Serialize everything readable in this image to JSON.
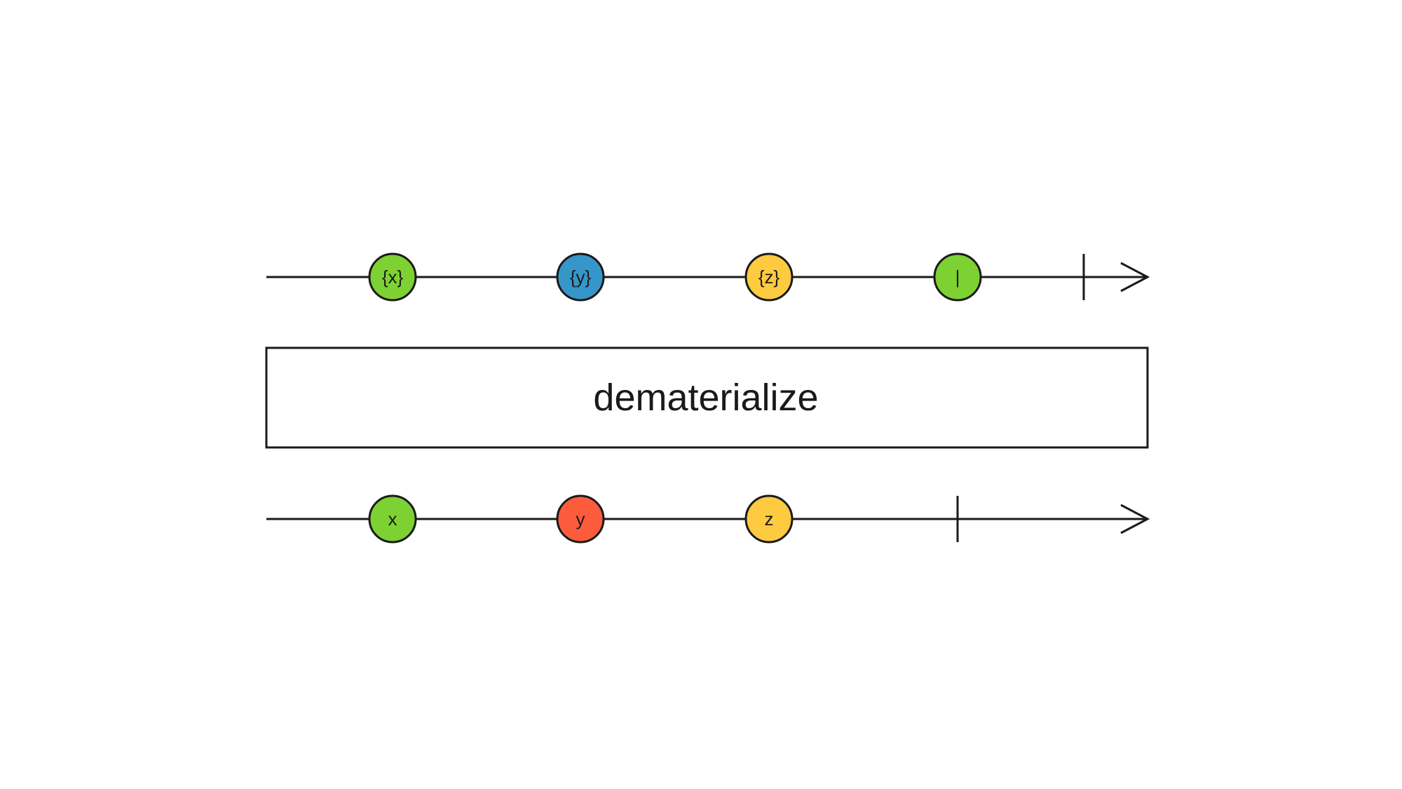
{
  "operator": {
    "label": "dematerialize"
  },
  "colors": {
    "stroke": "#1a1a1a",
    "green": "#7ed132",
    "blue": "#3696c9",
    "yellow": "#fdca40",
    "red": "#fc5c3c",
    "background": "#ffffff"
  },
  "input_stream": {
    "items": [
      {
        "label": "{x}",
        "color": "#7ed132"
      },
      {
        "label": "{y}",
        "color": "#3696c9"
      },
      {
        "label": "{z}",
        "color": "#fdca40"
      },
      {
        "label": "|",
        "color": "#7ed132"
      }
    ],
    "completes": true
  },
  "output_stream": {
    "items": [
      {
        "label": "x",
        "color": "#7ed132"
      },
      {
        "label": "y",
        "color": "#fc5c3c"
      },
      {
        "label": "z",
        "color": "#fdca40"
      }
    ],
    "completes": true
  }
}
